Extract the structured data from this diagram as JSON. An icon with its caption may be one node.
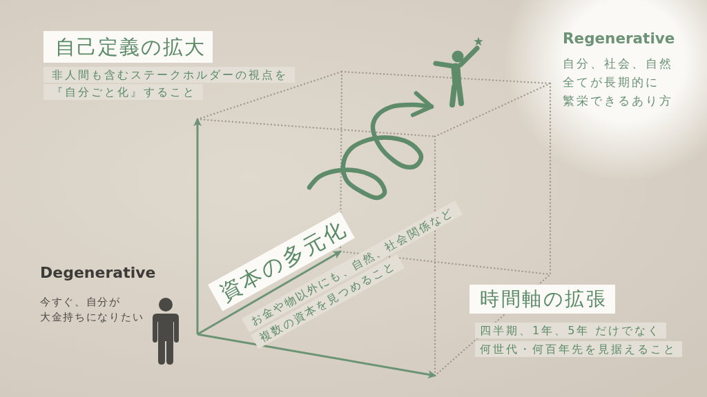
{
  "diagram": {
    "nodes": [
      {
        "text": [
          "自己定義の拡大",
          "非人間も含むステークホルダーの視点を『自分ごと化』すること"
        ]
      },
      {
        "text": [],
        "shape": "person"
      },
      {
        "text": [
          "資本の多元化",
          "お金や物以外にも、自然、社会関係など複数の資本を見つめること"
        ]
      },
      {
        "text": [
          "時間軸の拡張",
          "四半期、1年、5年 だけでなく何世代・何百年先を見据えること"
        ]
      }
    ],
    "edges": [
      {
        "from": null,
        "to": 1,
        "arrow": "to"
      }
    ],
    "labels": [
      "Regenerative",
      "自分、社会、自然全てが長期的に繁栄できるあり方",
      "Degenerative",
      "今すぐ、自分が大金持ちになりたい"
    ]
  }
}
